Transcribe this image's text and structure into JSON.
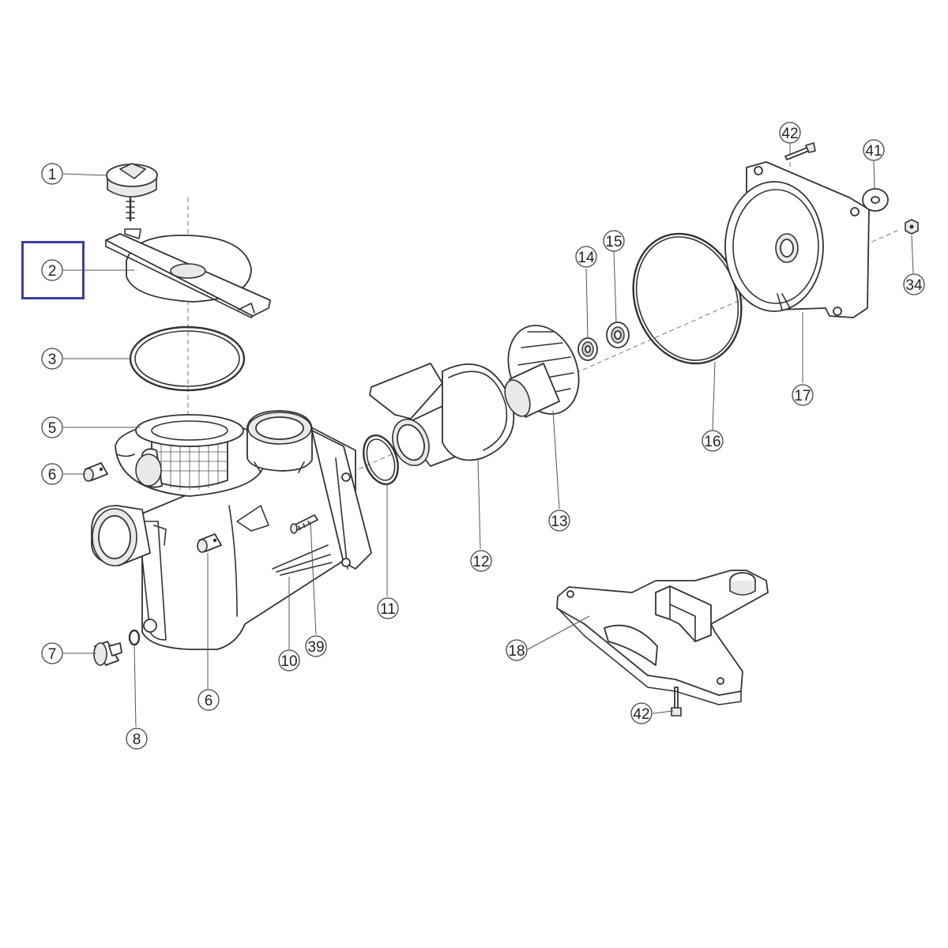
{
  "callouts": [
    {
      "id": "p1",
      "label": "1"
    },
    {
      "id": "p2",
      "label": "2"
    },
    {
      "id": "p3",
      "label": "3"
    },
    {
      "id": "p5",
      "label": "5"
    },
    {
      "id": "p6a",
      "label": "6"
    },
    {
      "id": "p6b",
      "label": "6"
    },
    {
      "id": "p7",
      "label": "7"
    },
    {
      "id": "p8",
      "label": "8"
    },
    {
      "id": "p10",
      "label": "10"
    },
    {
      "id": "p11",
      "label": "11"
    },
    {
      "id": "p12",
      "label": "12"
    },
    {
      "id": "p13",
      "label": "13"
    },
    {
      "id": "p14",
      "label": "14"
    },
    {
      "id": "p15",
      "label": "15"
    },
    {
      "id": "p16",
      "label": "16"
    },
    {
      "id": "p17",
      "label": "17"
    },
    {
      "id": "p18",
      "label": "18"
    },
    {
      "id": "p34",
      "label": "34"
    },
    {
      "id": "p39",
      "label": "39"
    },
    {
      "id": "p41",
      "label": "41"
    },
    {
      "id": "p42a",
      "label": "42"
    },
    {
      "id": "p42b",
      "label": "42"
    }
  ],
  "highlight": {
    "target": "2",
    "color": "#3b3fa3"
  }
}
